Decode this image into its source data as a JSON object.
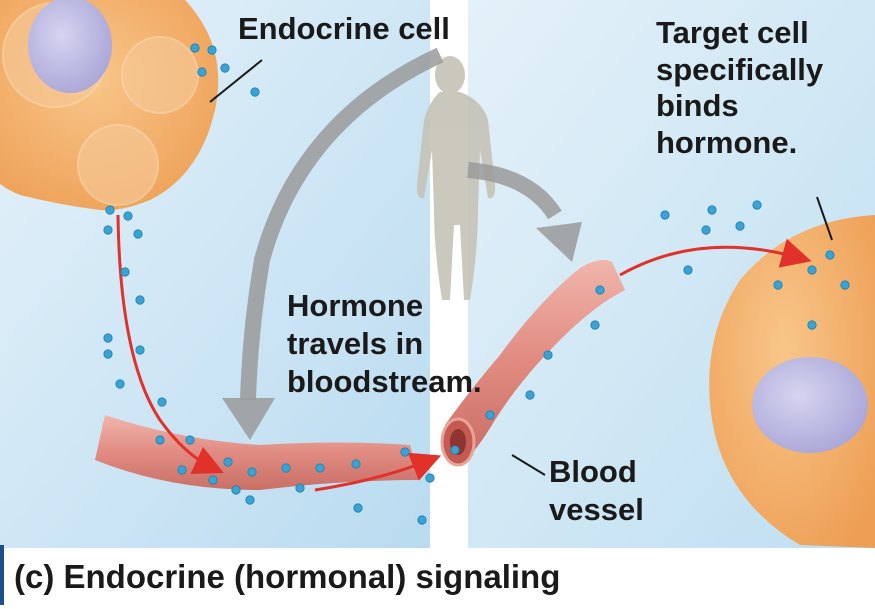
{
  "labels": {
    "endocrine_cell": "Endocrine cell",
    "target_cell": [
      "Target cell",
      "specifically",
      "binds",
      "hormone."
    ],
    "hormone_travels": [
      "Hormone",
      "travels in",
      "bloodstream."
    ],
    "blood_vessel": [
      "Blood",
      "vessel"
    ]
  },
  "caption": "(c) Endocrine (hormonal) signaling",
  "colors": {
    "panel_bg": "#cfe6f4",
    "cell_fill": "#f4b36e",
    "nucleus": "#b8b6e2",
    "vessel": "#e2877c",
    "hormone_dot": "#3aa3d3",
    "arrow_red": "#e0312b",
    "arrow_gray": "#9a9a9a",
    "silhouette": "#c5c2b6"
  }
}
